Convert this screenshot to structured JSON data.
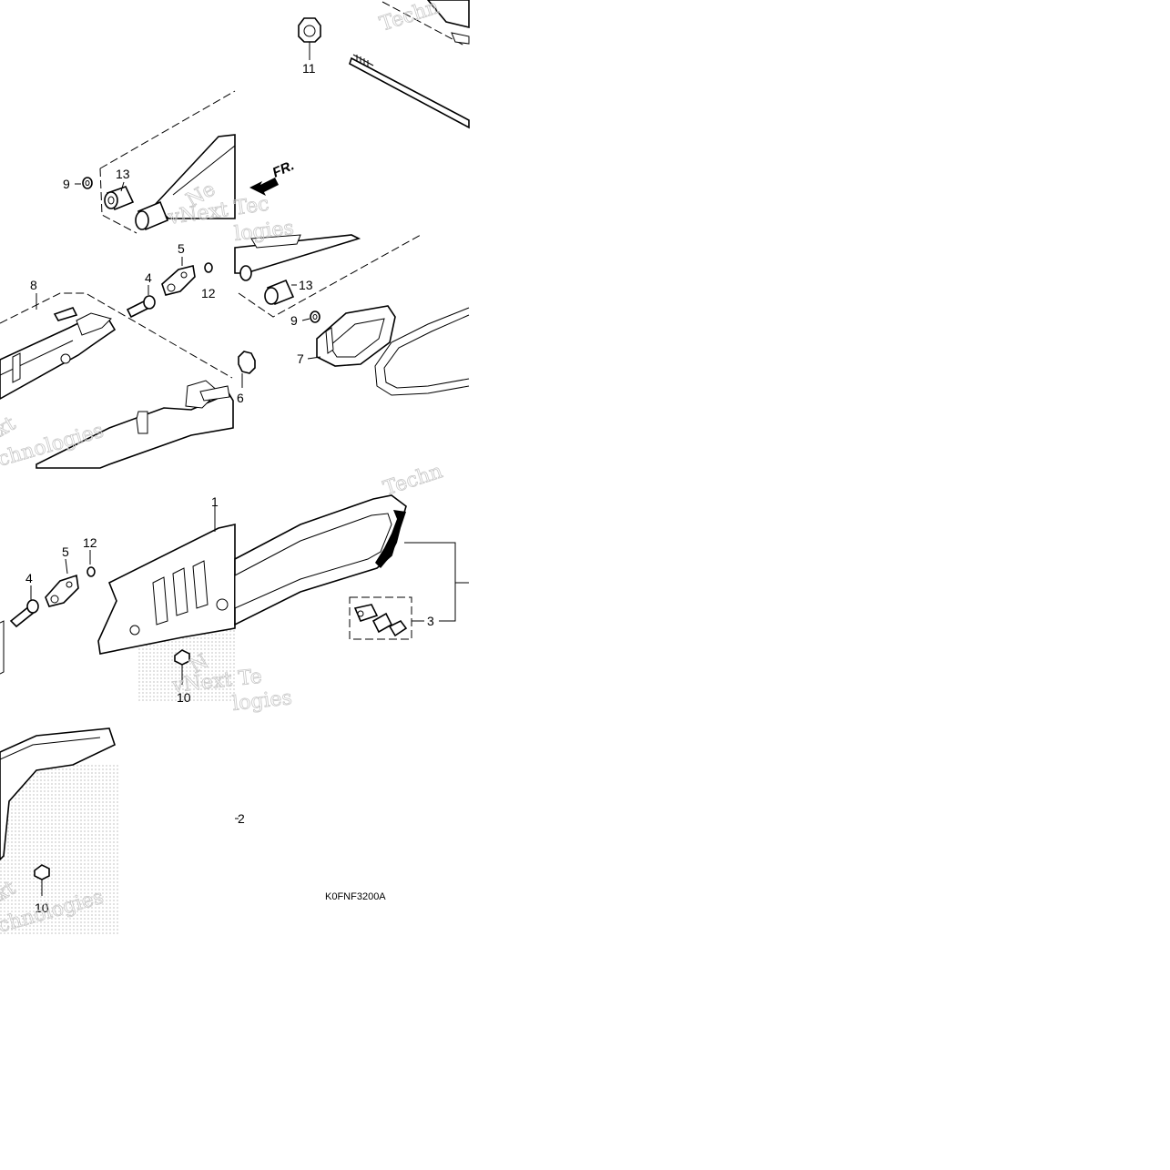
{
  "diagram": {
    "direction_label": "FR.",
    "figure_code": "K0FNF3200A",
    "callouts": {
      "c1": "1",
      "c2": "2",
      "c3": "3",
      "c4a": "4",
      "c4b": "4",
      "c5a": "5",
      "c5b": "5",
      "c6": "6",
      "c7": "7",
      "c8": "8",
      "c9a": "9",
      "c9b": "9",
      "c10a": "10",
      "c10b": "10",
      "c11": "11",
      "c12a": "12",
      "c12b": "12",
      "c13a": "13",
      "c13b": "13"
    }
  }
}
